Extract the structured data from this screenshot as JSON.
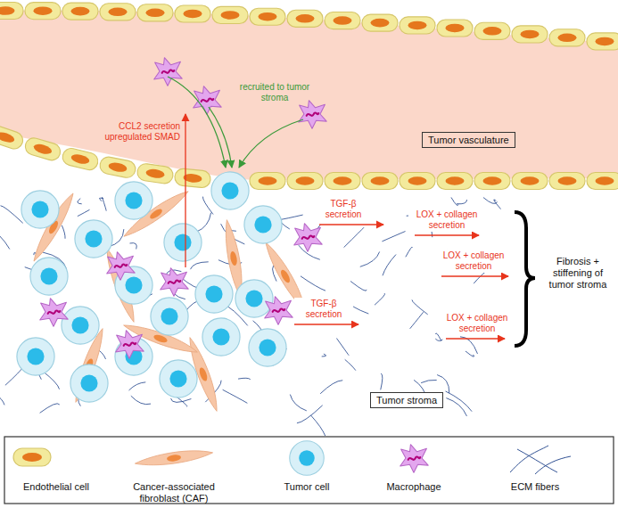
{
  "diagram": {
    "nodes": [
      {
        "text": [
          "Tumor vasculature"
        ]
      },
      {
        "text": [
          "Tumor stroma"
        ]
      }
    ],
    "labels": [
      "CCL2 secretion upregulated SMAD",
      "recruited to tumor stroma",
      "TGF-β secretion",
      "LOX + collagen secretion",
      "LOX + collagen secretion",
      "TGF-β secretion",
      "LOX + collagen secretion",
      "Fibrosis + stiffening of tumor stroma"
    ],
    "legend": [
      {
        "text": "Endothelial cell"
      },
      {
        "text": "Cancer-associated fibroblast (CAF)"
      },
      {
        "text": "Tumor cell"
      },
      {
        "text": "Macrophage"
      },
      {
        "text": "ECM fibers"
      }
    ]
  }
}
